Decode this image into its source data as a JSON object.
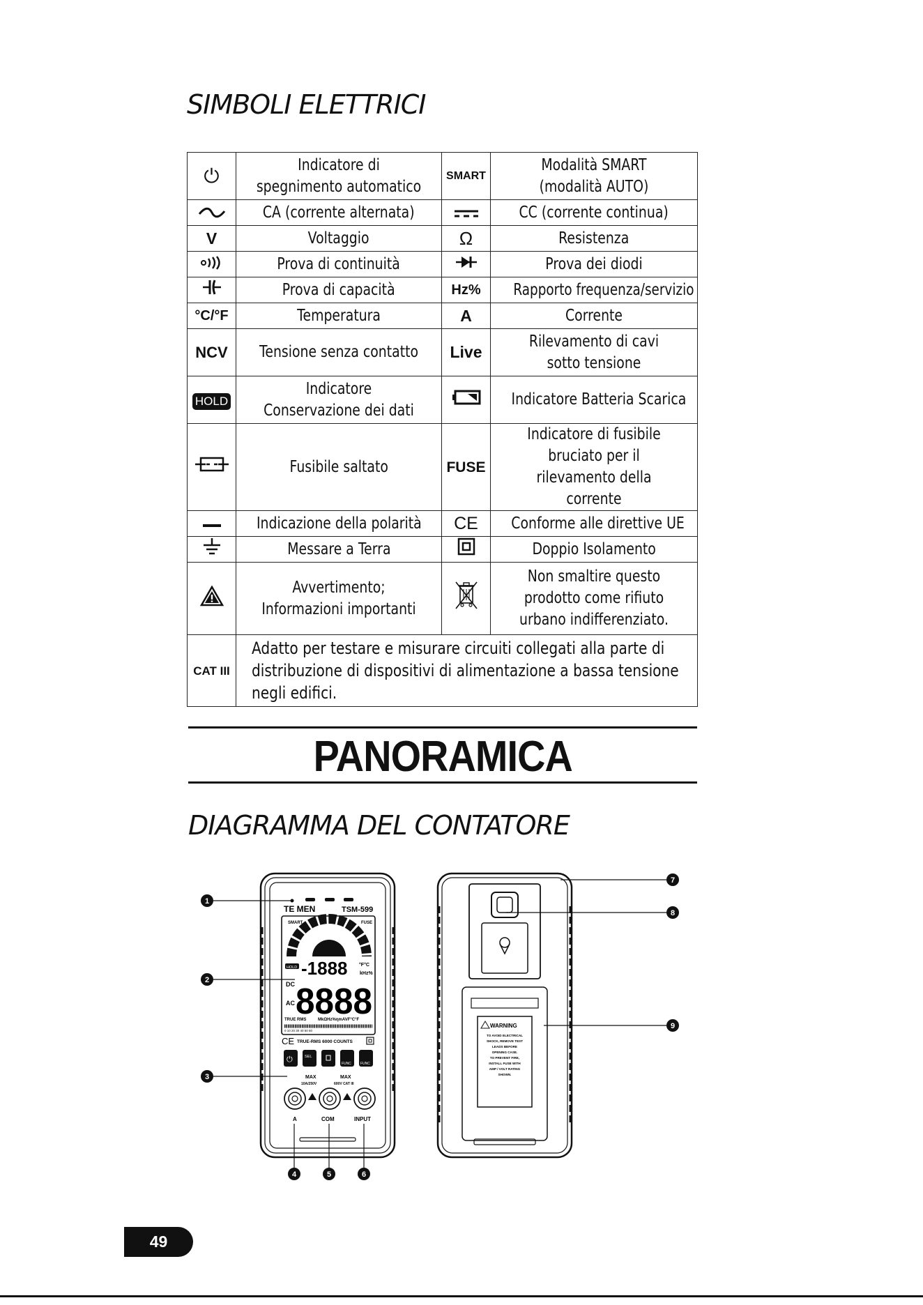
{
  "section_symbols_title": "SIMBOLI ELETTRICI",
  "symbols_rows": [
    {
      "left_icon": "⏻",
      "left_text": "Indicatore di spegnimento automatico",
      "right_icon": "SMART",
      "right_text": "Modalità SMART (modalità AUTO)"
    },
    {
      "left_icon": "∼",
      "left_text": "CA (corrente alternata)",
      "right_icon": "⎓",
      "right_text": "CC (corrente continua)"
    },
    {
      "left_icon": "V",
      "left_text": "Voltaggio",
      "right_icon": "Ω",
      "right_text": "Resistenza"
    },
    {
      "left_icon": "•))",
      "left_text": "Prova di continuità",
      "right_icon": "→|",
      "right_text": "Prova dei diodi"
    },
    {
      "left_icon": "-|(-",
      "left_text": "Prova di capacità",
      "right_icon": "Hz%",
      "right_text": "Rapporto frequenza/servizio"
    },
    {
      "left_icon": "°C/°F",
      "left_text": "Temperatura",
      "right_icon": "A",
      "right_text": "Corrente"
    },
    {
      "left_icon": "NCV",
      "left_text": "Tensione senza contatto",
      "right_icon": "Live",
      "right_text": "Rilevamento di cavi sotto tensione"
    },
    {
      "left_icon": "HOLD",
      "left_text": "Indicatore Conservazione dei dati",
      "right_icon": "battery-low",
      "right_text": "Indicatore Batteria Scarica"
    },
    {
      "left_icon": "fuse",
      "left_text": "Fusibile saltato",
      "right_icon": "FUSE",
      "right_text": "Indicatore di fusibile bruciato per il rilevamento della corrente"
    },
    {
      "left_icon": "—",
      "left_text": "Indicazione della polarità",
      "right_icon": "CE",
      "right_text": "Conforme alle direttive UE"
    },
    {
      "left_icon": "ground",
      "left_text": "Messare a Terra",
      "right_icon": "double-insulation",
      "right_text": "Doppio Isolamento"
    },
    {
      "left_icon": "warning",
      "left_text": "Avvertimento; Informazioni importanti",
      "right_icon": "weee",
      "right_text": "Non smaltire questo prodotto come rifiuto urbano indifferenziato."
    }
  ],
  "cat_row": {
    "icon": "CAT III",
    "text": "Adatto per testare e misurare circuiti collegati alla parte di distribuzione di dispositivi di alimentazione a bassa tensione negli edifici."
  },
  "overview_title": "PANORAMICA",
  "diagram_title": "DIAGRAMMA DEL CONTATORE",
  "meter": {
    "brand": "TE MEN",
    "model": "TSM-599",
    "smart_label": "SMART",
    "fuse_label": "FUSE",
    "hold_label": "HOLD",
    "top_digits": "-1888",
    "main_digits": "8888",
    "unit_top": "°F°C",
    "unit_mid": "kHz%",
    "dc_label": "DC",
    "ac_label": "AC",
    "true_rms_bar": "TRUE RMS",
    "units_row": "MkΩHz%ηmAVF°C°F",
    "scale_ticks": "0  10  20  30  40  50  60",
    "front_bottom_line": "TRUE-RMS 6000 COUNTS",
    "ce_mark": "CE",
    "btn_sel": "SEL",
    "btn_func": "FUNC",
    "max_label_1": "MAX",
    "max_label_2": "MAX",
    "rating_1": "10A/250V",
    "rating_2": "600V CAT III",
    "jack_a": "A",
    "jack_com": "COM",
    "jack_input": "INPUT"
  },
  "back_label": {
    "title": "WARNING",
    "lines": [
      "TO AVOID ELECTRICAL",
      "SHOCK, REMOVE TEST",
      "LEADS BEFORE",
      "OPENING CASE.",
      "TO PREVENT FIRE,",
      "INSTALL FUSE WITH",
      "AMP / VOLT RATING",
      "SHOWN."
    ]
  },
  "callouts": [
    "1",
    "2",
    "3",
    "4",
    "5",
    "6",
    "7",
    "8",
    "9"
  ],
  "page_number": "49"
}
